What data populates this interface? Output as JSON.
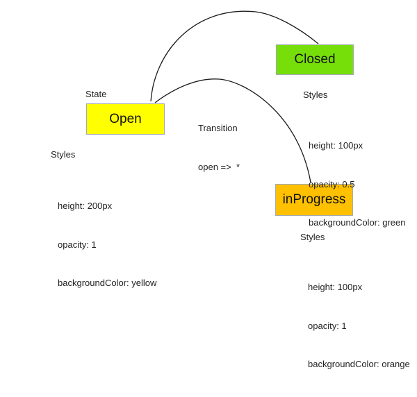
{
  "diagram": {
    "state_label": "State",
    "transition_label": {
      "line1": "Transition",
      "line2": "open =>  *"
    },
    "nodes": {
      "open": {
        "label": "Open",
        "fill": "#ffff00"
      },
      "closed": {
        "label": "Closed",
        "fill": "#76df0a"
      },
      "inprogress": {
        "label": "inProgress",
        "fill": "#ffc000"
      }
    },
    "styles_blocks": {
      "open": {
        "title": "Styles",
        "lines": [
          "height: 200px",
          "opacity: 1",
          "backgroundColor: yellow"
        ]
      },
      "closed": {
        "title": "Styles",
        "lines": [
          "height: 100px",
          "opacity: 0.5",
          "backgroundColor: green"
        ]
      },
      "inprogress": {
        "title": "Styles",
        "lines": [
          "height: 100px",
          "opacity: 1",
          "backgroundColor: orange"
        ]
      }
    },
    "colors": {
      "curve_stroke": "#1c1c1c",
      "node_border": "#a3aab4"
    }
  }
}
